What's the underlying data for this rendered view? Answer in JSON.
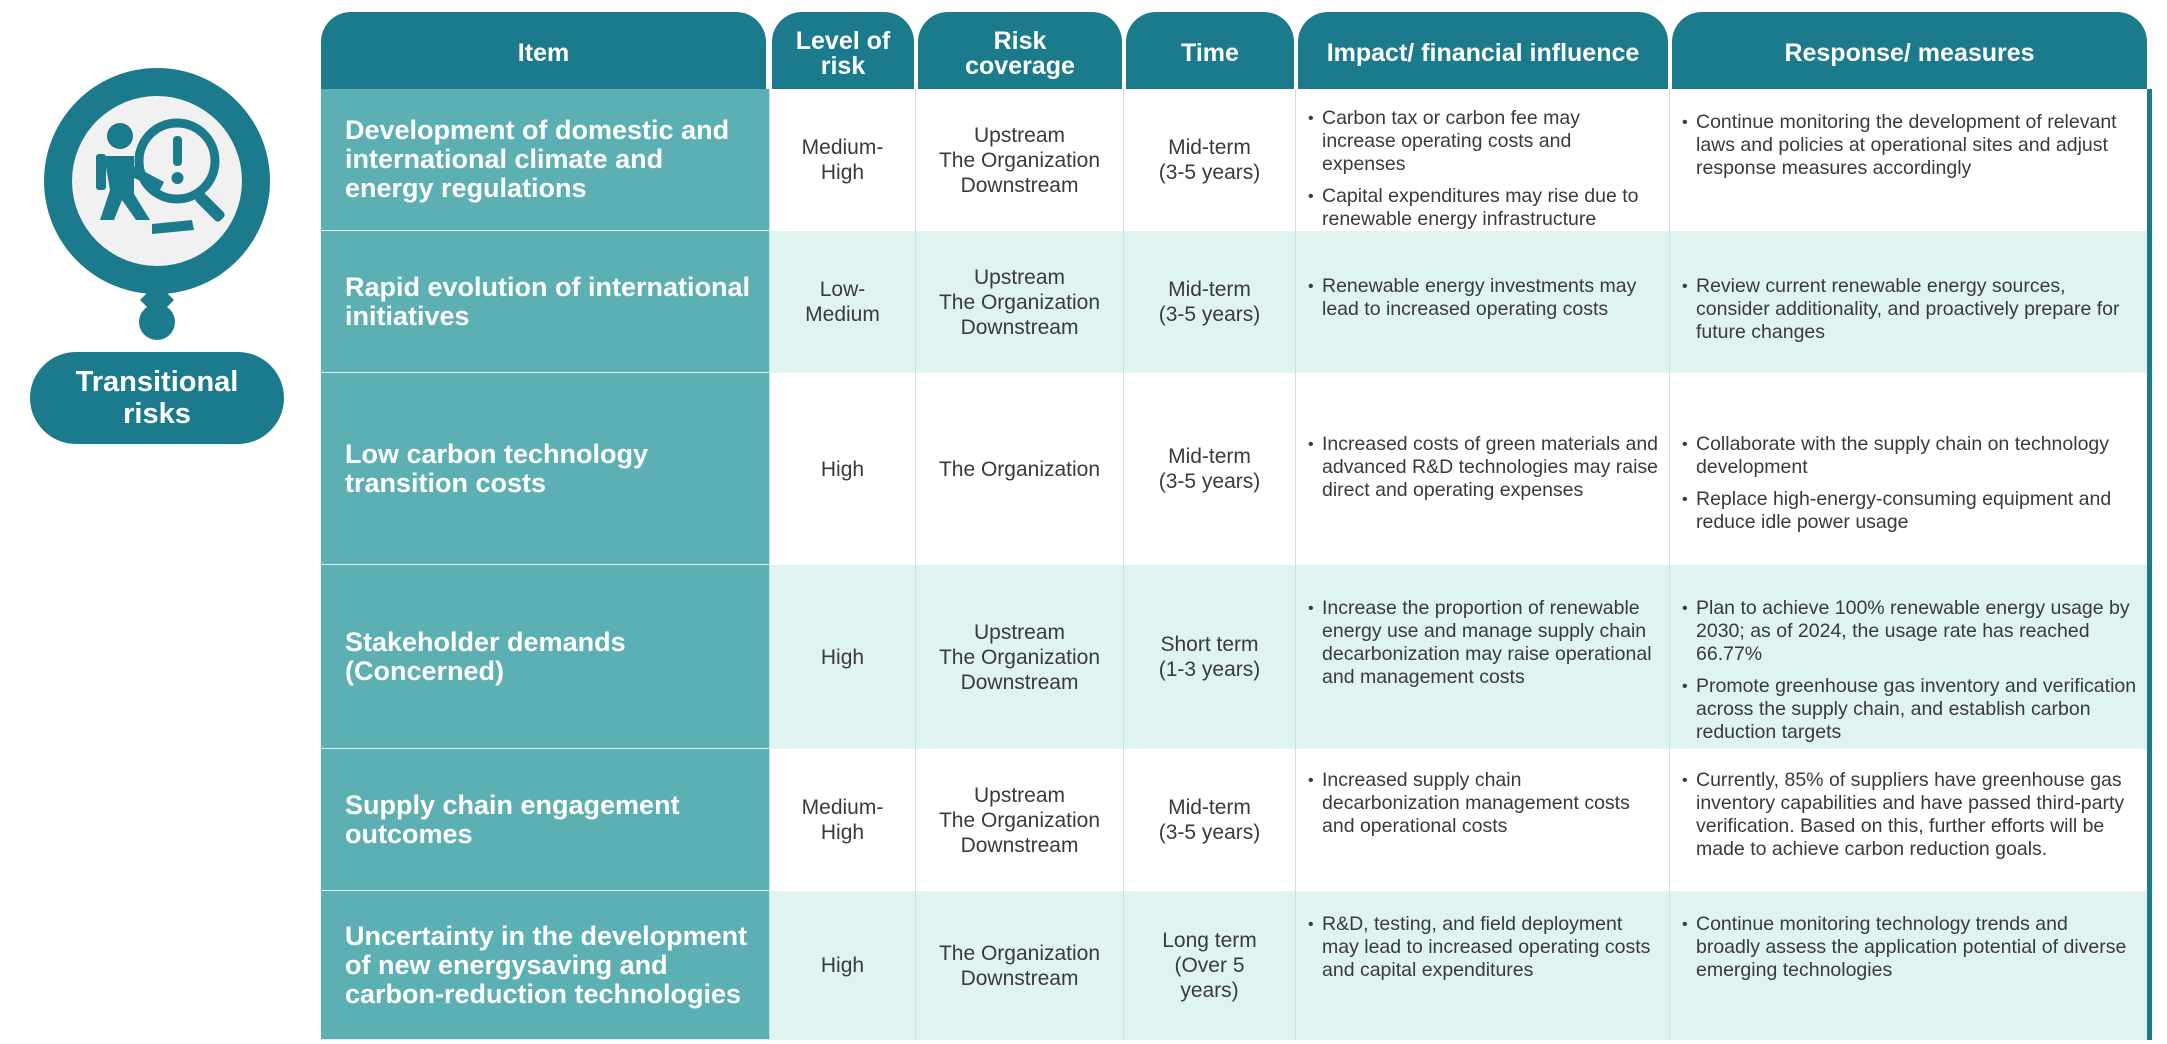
{
  "badge": {
    "label": "Transitional\nrisks",
    "icon": "risk-person-magnifier-icon"
  },
  "headers": {
    "item": "Item",
    "level": "Level of\nrisk",
    "coverage": "Risk\ncoverage",
    "time": "Time",
    "impact": "Impact/ financial influence",
    "response": "Response/ measures"
  },
  "colors": {
    "header": "#1b7b8c",
    "item": "#5cafb3",
    "alt_row": "#dff4f0"
  },
  "rows": [
    {
      "item": "Development of domestic and international climate and energy regulations",
      "level": "Medium-\nHigh",
      "coverage": "Upstream\nThe Organization\nDownstream",
      "time": "Mid-term\n(3-5 years)",
      "impact": [
        "Carbon tax or carbon fee may increase operating costs and expenses",
        "Capital expenditures may rise due to renewable energy infrastructure development"
      ],
      "response": [
        "Continue monitoring the development of relevant laws and policies at operational sites and adjust response measures accordingly"
      ]
    },
    {
      "item": "Rapid evolution of international initiatives",
      "level": "Low-\nMedium",
      "coverage": "Upstream\nThe Organization\nDownstream",
      "time": "Mid-term\n(3-5 years)",
      "impact": [
        "Renewable energy investments may lead to increased operating costs"
      ],
      "response": [
        "Review current renewable energy sources, consider additionality, and proactively prepare for future changes"
      ]
    },
    {
      "item": "Low carbon technology transition costs",
      "level": "High",
      "coverage": "The Organization",
      "time": "Mid-term\n(3-5 years)",
      "impact": [
        "Increased costs of green materials and advanced R&D technologies may raise direct and operating expenses"
      ],
      "response": [
        "Collaborate with the supply chain on technology development",
        "Replace high-energy-consuming equipment and reduce idle power usage"
      ]
    },
    {
      "item": "Stakeholder demands (Concerned)",
      "level": "High",
      "coverage": "Upstream\nThe Organization\nDownstream",
      "time": "Short term\n(1-3 years)",
      "impact": [
        "Increase the proportion of renewable energy use and manage supply chain decarbonization may raise operational and management costs"
      ],
      "response": [
        "Plan to achieve 100% renewable energy usage by 2030; as of 2024, the usage rate has reached 66.77%",
        "Promote greenhouse gas inventory and verification across the supply chain, and establish carbon reduction targets"
      ]
    },
    {
      "item": "Supply chain engagement outcomes",
      "level": "Medium-\nHigh",
      "coverage": "Upstream\nThe Organization\nDownstream",
      "time": "Mid-term\n(3-5 years)",
      "impact": [
        "Increased supply chain decarbonization management costs and operational costs"
      ],
      "response": [
        "Currently, 85% of suppliers have greenhouse gas inventory capabilities and have passed third-party verification. Based on this, further efforts will be made to achieve carbon reduction goals."
      ]
    },
    {
      "item": "Uncertainty in the development of new energysaving and carbon-reduction technologies",
      "level": "High",
      "coverage": "The Organization\nDownstream",
      "time": "Long term\n(Over 5\nyears)",
      "impact": [
        "R&D, testing, and field deployment may lead to increased operating costs and capital expenditures"
      ],
      "response": [
        "Continue monitoring technology trends and broadly assess the application potential of diverse emerging technologies"
      ]
    }
  ]
}
